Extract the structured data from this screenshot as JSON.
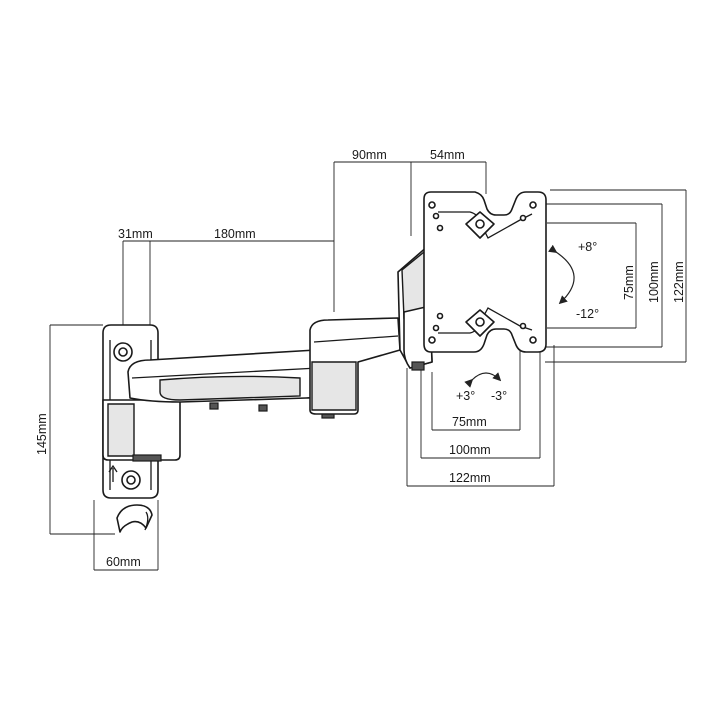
{
  "diagram": {
    "dimensions": {
      "arm_offset": "31mm",
      "arm_length": "180mm",
      "joint_depth": "90mm",
      "plate_offset": "54mm",
      "plate_height": "145mm",
      "plate_width": "60mm",
      "vesa_h_75": "75mm",
      "vesa_h_100": "100mm",
      "vesa_h_122": "122mm",
      "vesa_v_75": "75mm",
      "vesa_v_100": "100mm",
      "vesa_v_122": "122mm"
    },
    "angles": {
      "tilt_up": "+8°",
      "tilt_down": "-12°",
      "rotate_plus": "+3°",
      "rotate_minus": "-3°"
    }
  }
}
